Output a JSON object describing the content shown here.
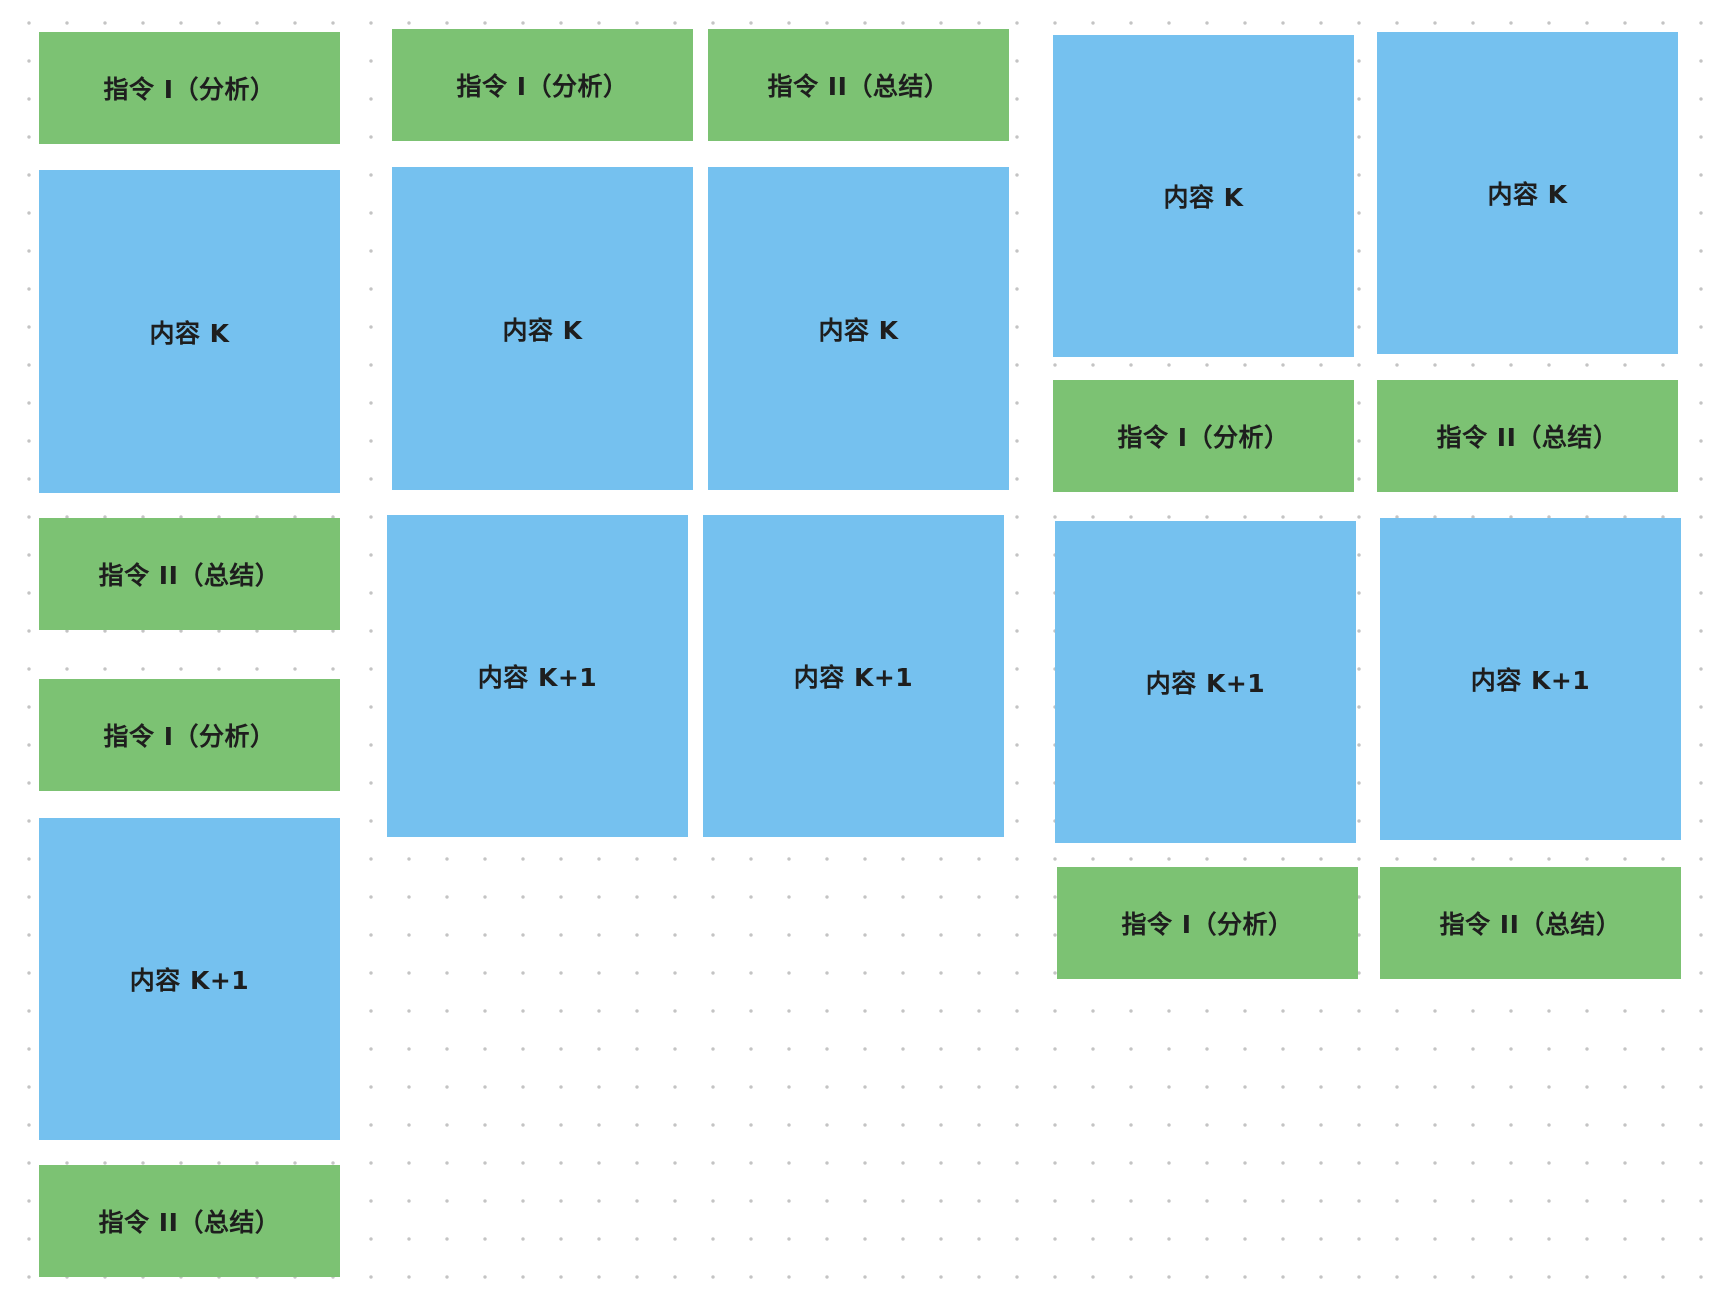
{
  "labels": {
    "instruction_1": "指令 I（分析）",
    "instruction_2": "指令 II（总结）",
    "content_k": "内容 K",
    "content_k1": "内容 K+1"
  },
  "colors": {
    "instruction": "#7cc273",
    "content": "#75c1ef",
    "text": "#1e1e1e",
    "grid_dot": "#c4c4c4",
    "background": "#ffffff"
  },
  "layouts": [
    {
      "name": "layout-single-column",
      "blocks": [
        {
          "kind": "instruction",
          "label": "指令 I（分析）"
        },
        {
          "kind": "content",
          "label": "内容 K"
        },
        {
          "kind": "instruction",
          "label": "指令 II（总结）"
        },
        {
          "kind": "instruction",
          "label": "指令 I（分析）"
        },
        {
          "kind": "content",
          "label": "内容 K+1"
        },
        {
          "kind": "instruction",
          "label": "指令 II（总结）"
        }
      ]
    },
    {
      "name": "layout-instructions-first",
      "blocks": [
        {
          "kind": "instruction",
          "label": "指令 I（分析）"
        },
        {
          "kind": "instruction",
          "label": "指令 II（总结）"
        },
        {
          "kind": "content",
          "label": "内容 K"
        },
        {
          "kind": "content",
          "label": "内容 K"
        },
        {
          "kind": "content",
          "label": "内容 K+1"
        },
        {
          "kind": "content",
          "label": "内容 K+1"
        }
      ]
    },
    {
      "name": "layout-instructions-interleaved",
      "blocks": [
        {
          "kind": "content",
          "label": "内容 K"
        },
        {
          "kind": "content",
          "label": "内容 K"
        },
        {
          "kind": "instruction",
          "label": "指令 I（分析）"
        },
        {
          "kind": "instruction",
          "label": "指令 II（总结）"
        },
        {
          "kind": "content",
          "label": "内容 K+1"
        },
        {
          "kind": "content",
          "label": "内容 K+1"
        },
        {
          "kind": "instruction",
          "label": "指令 I（分析）"
        },
        {
          "kind": "instruction",
          "label": "指令 II（总结）"
        }
      ]
    }
  ]
}
